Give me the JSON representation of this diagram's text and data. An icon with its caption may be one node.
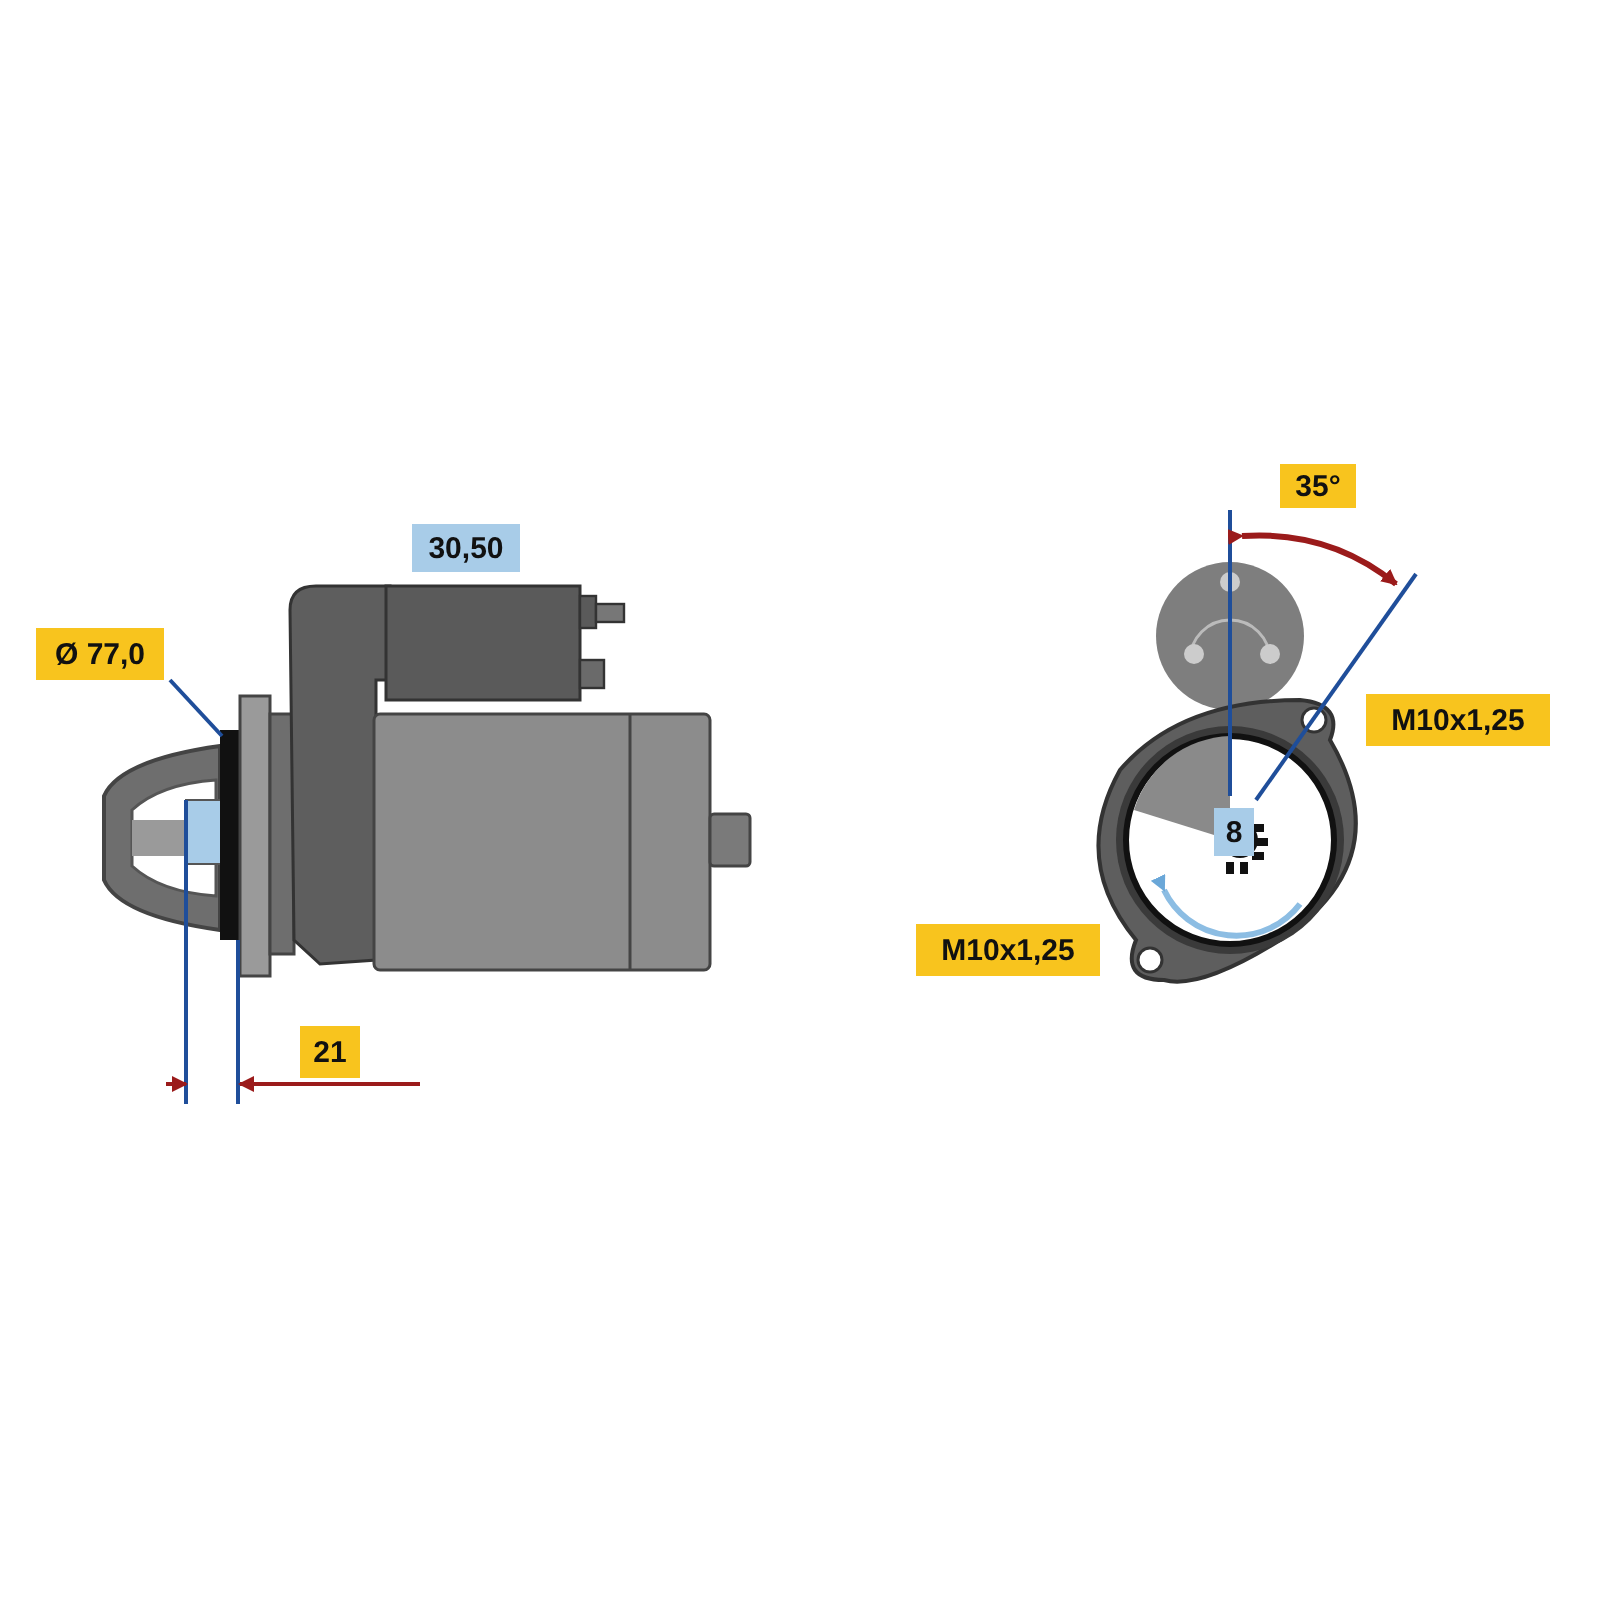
{
  "diagram": {
    "labels": [
      "35°",
      "30,50",
      "Ø 77,0",
      "M10x1,25",
      "8",
      "M10x1,25",
      "21"
    ]
  }
}
